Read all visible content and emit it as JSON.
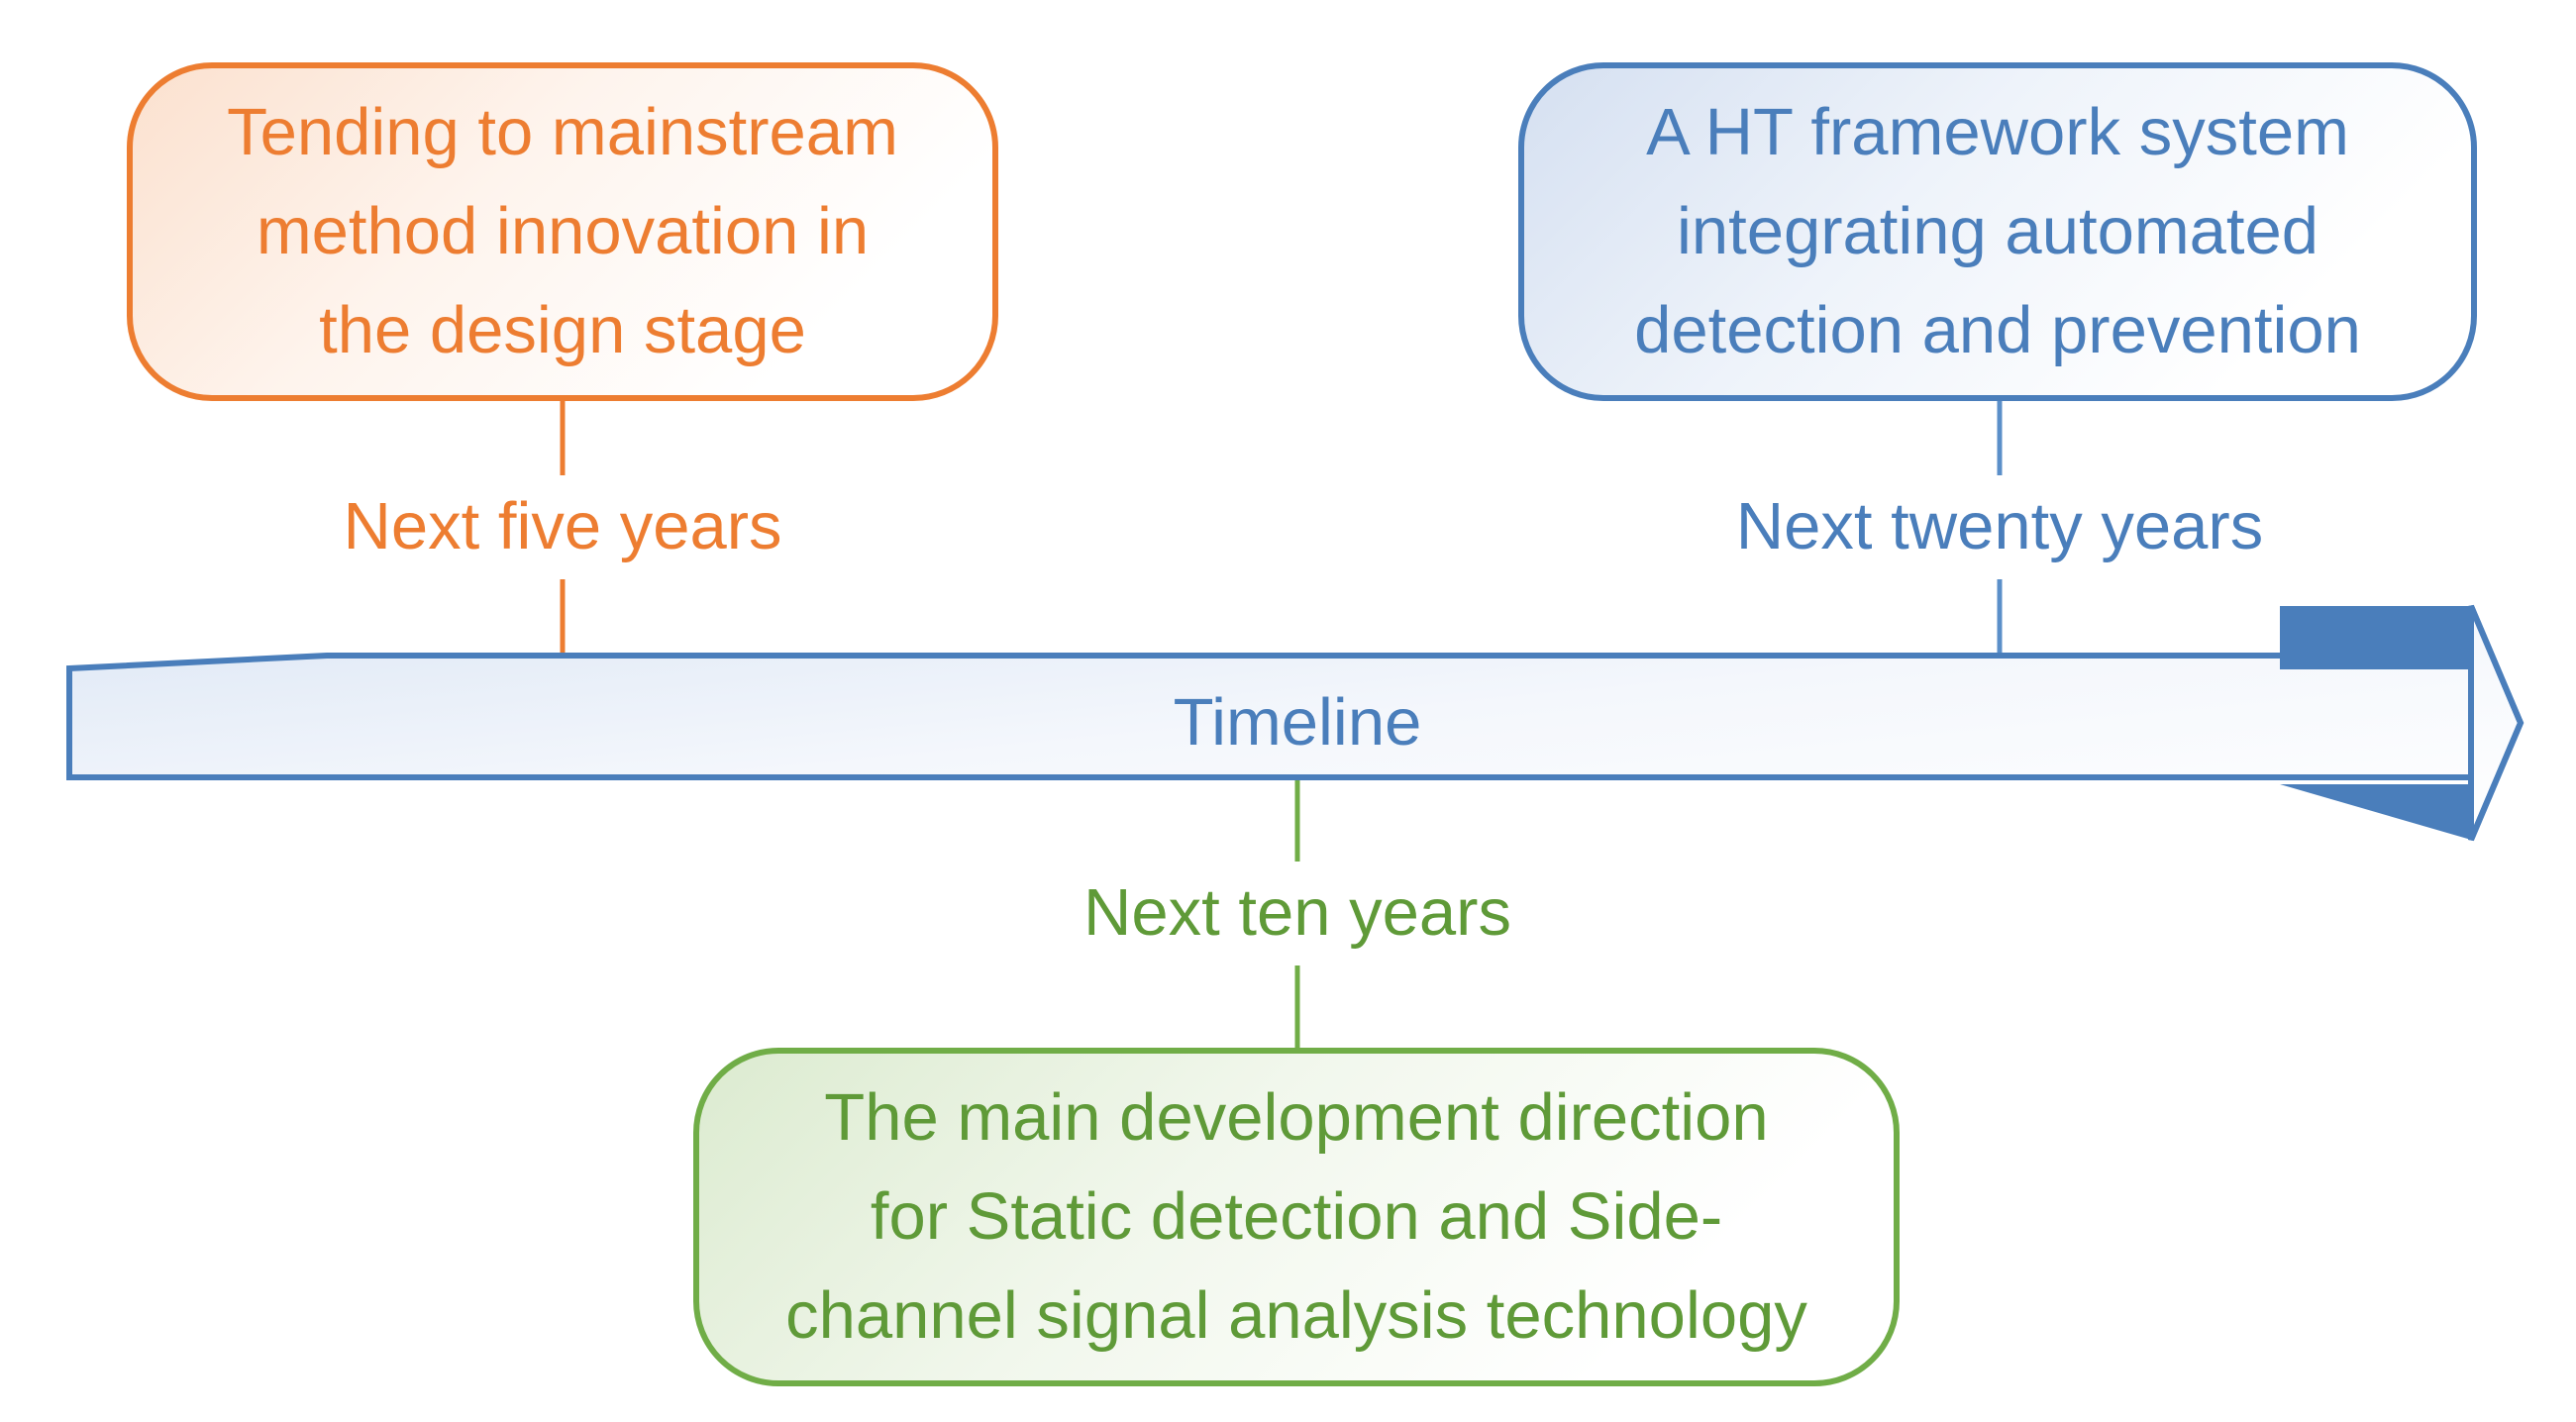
{
  "diagram": {
    "timeline": {
      "label": "Timeline"
    },
    "milestones": [
      {
        "period": "Next five years",
        "lines": [
          "Tending to mainstream",
          "method innovation in",
          "the design stage"
        ],
        "color": "#ed7d31"
      },
      {
        "period": "Next ten years",
        "lines": [
          "The main development direction",
          "for Static detection and Side-",
          "channel signal analysis technology"
        ],
        "color": "#70ad47"
      },
      {
        "period": "Next twenty years",
        "lines": [
          "A HT framework system",
          "integrating automated",
          "detection and prevention"
        ],
        "color": "#4a7ebb"
      }
    ]
  }
}
